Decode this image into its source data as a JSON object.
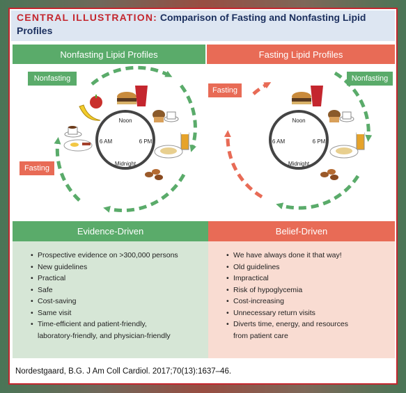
{
  "header": {
    "lead": "CENTRAL ILLUSTRATION:",
    "title_line1": "Comparison of Fasting and Nonfasting Lipid",
    "title_line2": "Profiles"
  },
  "left": {
    "banner": "Nonfasting Lipid Profiles",
    "tag_top": "Nonfasting",
    "tag_bottom": "Fasting",
    "clock": {
      "top": "Noon",
      "left": "6 AM",
      "right": "6 PM",
      "bottom": "Midnight"
    }
  },
  "right": {
    "banner": "Fasting Lipid Profiles",
    "tag_left": "Fasting",
    "tag_right": "Nonfasting",
    "clock": {
      "top": "Noon",
      "left": "6 AM",
      "right": "6 PM",
      "bottom": "Midnight"
    }
  },
  "evidence": {
    "title": "Evidence-Driven",
    "items": [
      "Prospective evidence on >300,000 persons",
      "New guidelines",
      "Practical",
      "Safe",
      "Cost-saving",
      "Same visit",
      "Time-efficient and patient-friendly,",
      "laboratory-friendly, and physician-friendly"
    ]
  },
  "belief": {
    "title": "Belief-Driven",
    "items": [
      "We have always done it that way!",
      "Old guidelines",
      "Impractical",
      "Risk of hypoglycemia",
      "Cost-increasing",
      "Unnecessary return visits",
      "Diverts time, energy, and resources",
      "from patient care"
    ]
  },
  "citation": "Nordestgaard, B.G. J Am Coll Cardiol. 2017;70(13):1637–46.",
  "colors": {
    "green": "#5aab6a",
    "red": "#e86b56",
    "navy": "#1b2f5e",
    "border": "#c4262e"
  }
}
